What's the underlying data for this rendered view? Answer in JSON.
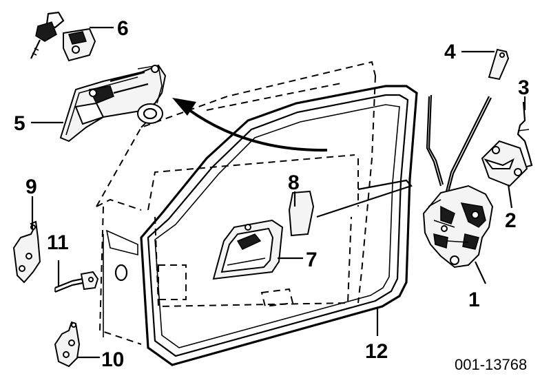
{
  "diagram": {
    "callouts": {
      "c1": "1",
      "c2": "2",
      "c3": "3",
      "c4": "4",
      "c5": "5",
      "c6": "6",
      "c7": "7",
      "c8": "8",
      "c9": "9",
      "c10": "10",
      "c11": "11",
      "c12": "12"
    },
    "figure_code": "001-13768"
  }
}
